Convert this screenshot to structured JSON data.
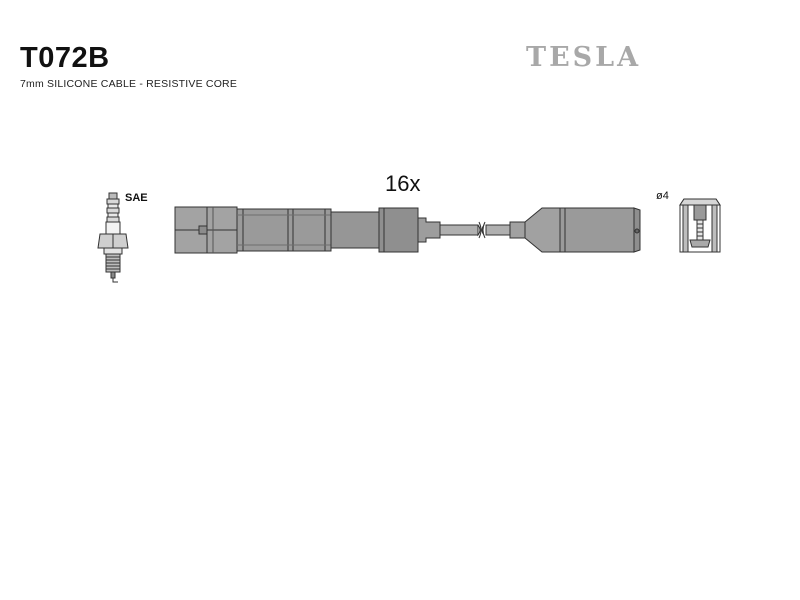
{
  "header": {
    "part_number": "T072B",
    "subtitle": "7mm SILICONE CABLE - RESISTIVE CORE",
    "brand": "TESLA"
  },
  "diagram": {
    "plug_type_label": "SAE",
    "quantity_label": "16x",
    "terminal_label": "ø4"
  },
  "colors": {
    "outline": "#333333",
    "boot_fill": "#9a9a9a",
    "boot_dark": "#7c7c7c",
    "brand_gray": "#a8a8a8"
  }
}
